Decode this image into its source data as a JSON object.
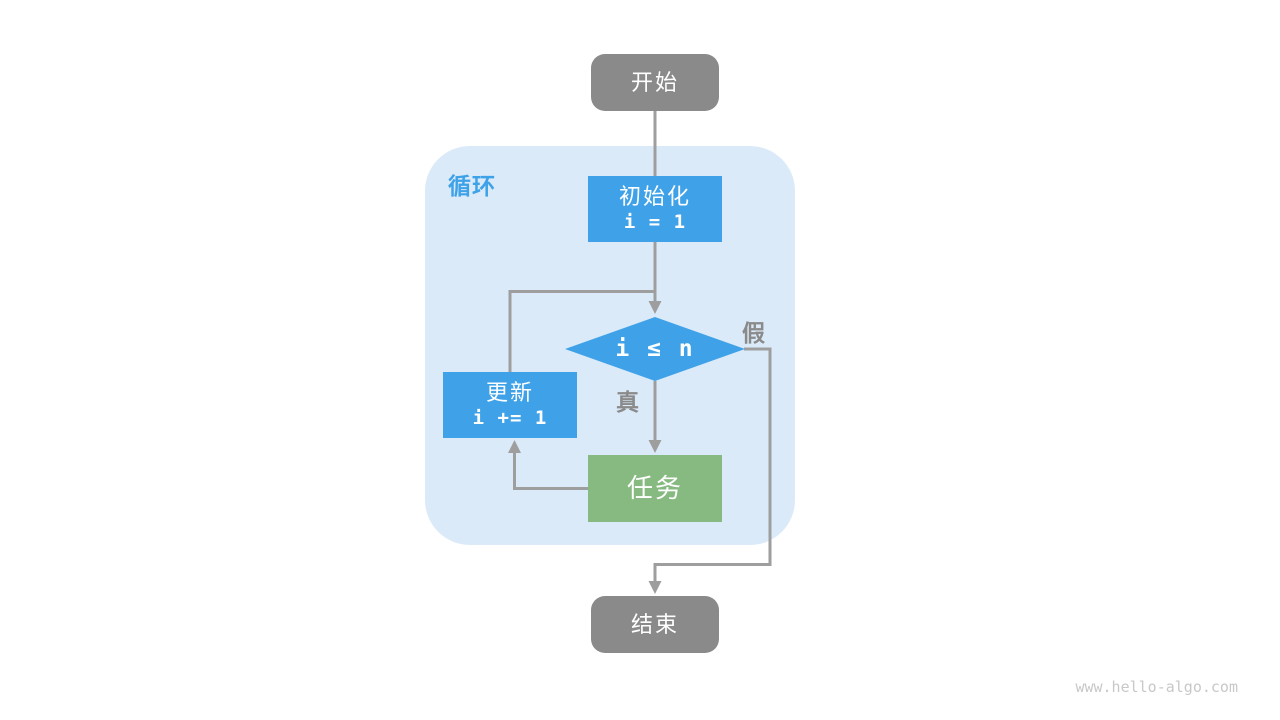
{
  "diagram": {
    "type": "flowchart",
    "watermark": "www.hello-algo.com",
    "colors": {
      "terminal_gray": "#8a8a8a",
      "process_blue": "#3fa2e8",
      "task_green": "#87ba80",
      "loop_container_bg": "#dbeaf9",
      "loop_label_blue": "#3da2e8",
      "edge_gray": "#9e9e9e",
      "branch_label_gray": "#8a8a8a",
      "watermark_gray": "#c8c8c8"
    },
    "nodes": {
      "start": {
        "label": "开始",
        "shape": "rounded-rect"
      },
      "loop_container": {
        "label": "循环",
        "shape": "rounded-region"
      },
      "init": {
        "label": "初始化",
        "code": "i = 1",
        "shape": "rect"
      },
      "condition": {
        "label": "i ≤ n",
        "shape": "diamond"
      },
      "update": {
        "label": "更新",
        "code": "i += 1",
        "shape": "rect"
      },
      "task": {
        "label": "任务",
        "shape": "rect"
      },
      "end": {
        "label": "结束",
        "shape": "rounded-rect"
      }
    },
    "edges": {
      "start_to_init": {
        "from": "start",
        "to": "init"
      },
      "init_to_condition": {
        "from": "init",
        "to": "condition"
      },
      "condition_true_to_task": {
        "from": "condition",
        "to": "task",
        "label": "真"
      },
      "task_to_update": {
        "from": "task",
        "to": "update"
      },
      "update_to_condition": {
        "from": "update",
        "to": "condition"
      },
      "condition_false_to_end": {
        "from": "condition",
        "to": "end",
        "label": "假"
      }
    }
  }
}
